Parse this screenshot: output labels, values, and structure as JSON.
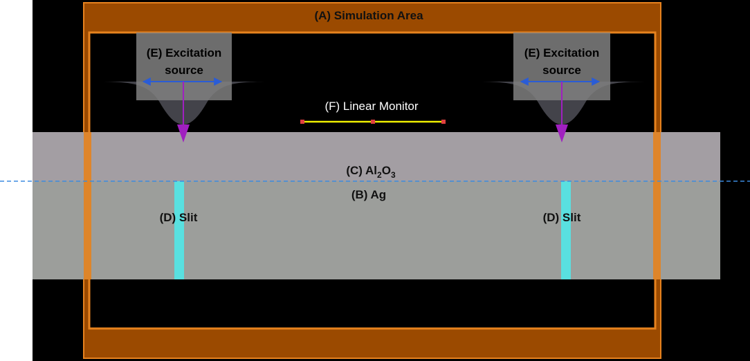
{
  "labels": {
    "simulation_area": "(A) Simulation Area",
    "ag": "(B) Ag",
    "al2o3_prefix": "(C) Al",
    "al2o3_sub1": "2",
    "al2o3_mid": "O",
    "al2o3_sub2": "3",
    "slit_left": "(D) Slit",
    "slit_right": "(D) Slit",
    "excitation_left_line1": "(E) Excitation",
    "excitation_left_line2": "source",
    "excitation_right_line1": "(E) Excitation",
    "excitation_right_line2": "source",
    "linear_monitor": "(F) Linear Monitor"
  },
  "colors": {
    "background": "#000000",
    "simulation_area_fill": "#9b4a00",
    "simulation_area_border": "#e6821e",
    "al2o3_layer": "#a39ea3",
    "ag_layer": "#9c9e9b",
    "slit": "#59e0e0",
    "excitation_box": "#808080",
    "polarization_arrow": "#2a5cd6",
    "propagation_arrow": "#a020c0",
    "monitor_line": "#f0f000",
    "monitor_points": "#e04040",
    "interface_dashed_line": "#3c8ce0"
  }
}
